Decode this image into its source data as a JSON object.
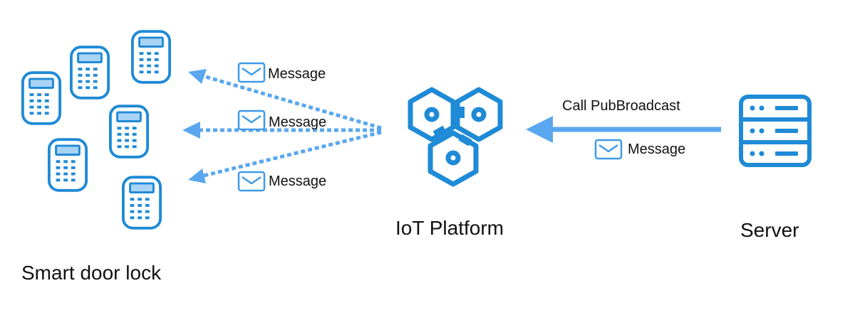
{
  "nodes": {
    "locks_label": "Smart door lock",
    "platform_label": "IoT Platform",
    "server_label": "Server"
  },
  "edges": {
    "call_label": "Call PubBroadcast",
    "server_message": "Message",
    "messages": [
      "Message",
      "Message",
      "Message"
    ]
  },
  "colors": {
    "accent": "#1f8ad6",
    "arrow": "#5aa7ef",
    "envelope": "#3f9ae6"
  },
  "icons": {
    "lock": "door-lock-keypad-icon",
    "platform": "hexagon-cluster-icon",
    "server": "server-rack-icon",
    "message": "envelope-icon"
  }
}
